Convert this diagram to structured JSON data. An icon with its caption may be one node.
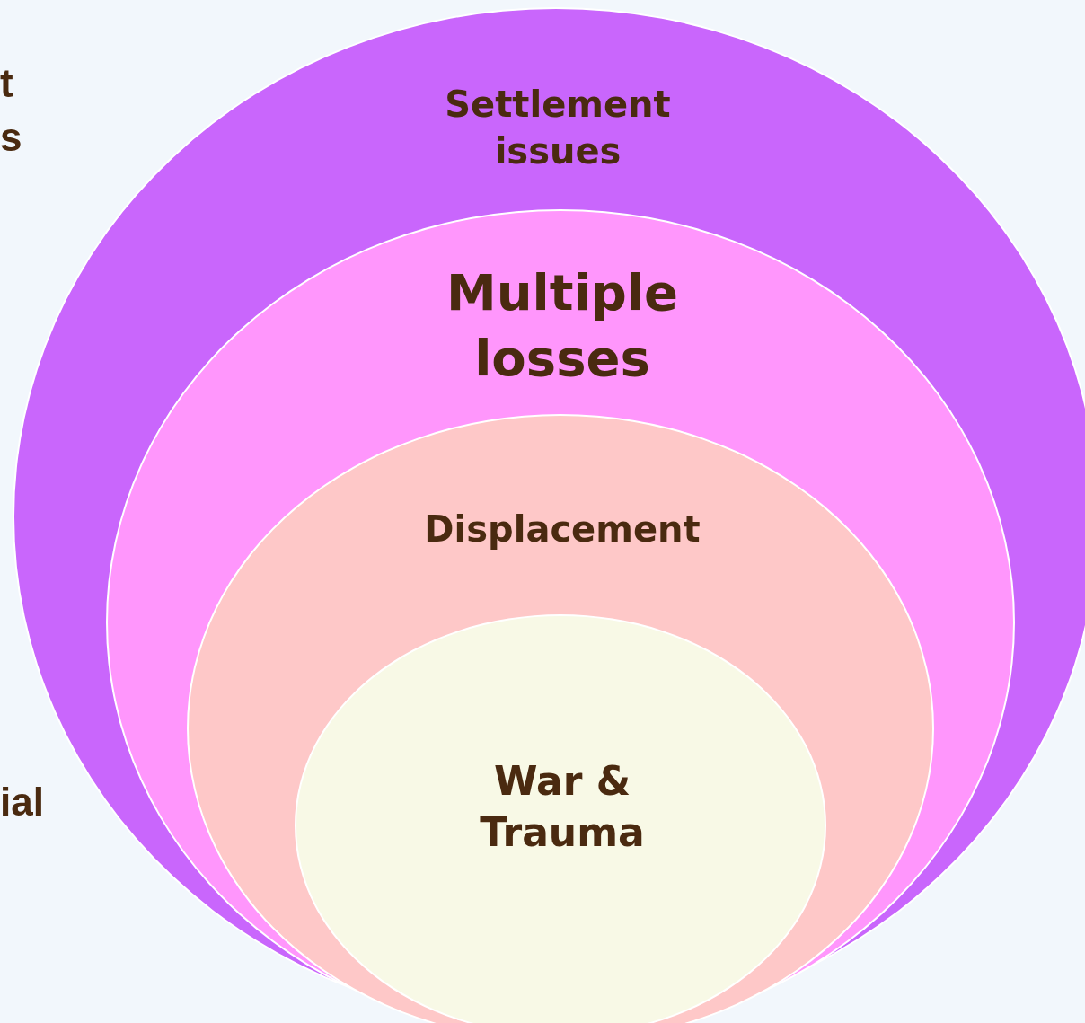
{
  "diagram": {
    "nodes": [
      {
        "text": [
          "Settlement issues"
        ]
      },
      {
        "text": [
          "Multiple losses"
        ],
        "in": 0
      },
      {
        "text": [
          "Displacement"
        ],
        "in": 1
      },
      {
        "text": [
          "War & Trauma"
        ],
        "in": 2
      }
    ],
    "labels": [
      "t",
      "s",
      "ial"
    ]
  }
}
